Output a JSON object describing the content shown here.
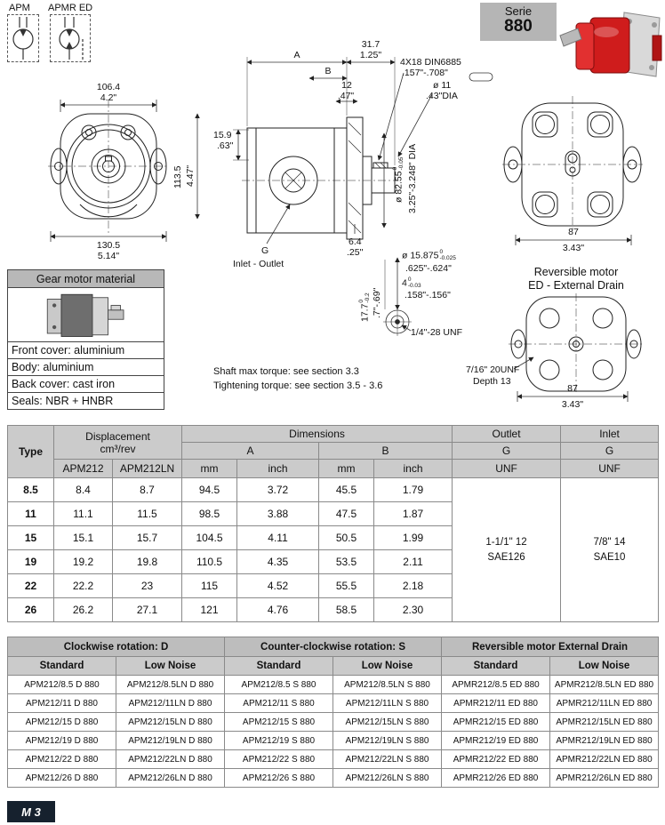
{
  "page": {
    "footer_badge": "M 3"
  },
  "colors": {
    "product_red": "#cf1c1c",
    "table_header_gray": "#cbcbcb",
    "group_header_gray": "#bdbdbd"
  },
  "symbols": {
    "apm_label": "APM",
    "apmr_label": "APMR ED"
  },
  "serie": {
    "label": "Serie",
    "number": "880"
  },
  "front_view": {
    "width_mm": "106.4",
    "width_in": "4.2\"",
    "height_mm": "113.5",
    "height_in": "4.47\"",
    "base_mm": "130.5",
    "base_in": "5.14\""
  },
  "side_view": {
    "dim_a": "A",
    "dim_b": "B",
    "top_mm": "31.7",
    "top_in": "1.25\"",
    "b2_mm": "12",
    "b2_in": ".47\"",
    "left_mm": "15.9",
    "left_in": ".63\"",
    "bottom_mm": "6.4",
    "bottom_in": ".25\"",
    "key_spec": "4X18 DIN6885",
    "key_in": ".157\"-.708\"",
    "shaft_dia": "ø 11",
    "shaft_dia_in": ".43\"DIA",
    "pilot_dia": "ø 82.55",
    "pilot_tol_top": "0",
    "pilot_tol_bot": "-0.05",
    "pilot_in": "3.25\"-3.248\" DIA",
    "g_label": "G",
    "inlet_outlet": "Inlet - Outlet"
  },
  "rear_view": {
    "width_mm": "87",
    "width_in": "3.43\""
  },
  "shaft_detail": {
    "dia": "ø 15.875",
    "dia_tol_top": "0",
    "dia_tol_bot": "-0.025",
    "dia_in": ".625\"-.624\"",
    "key_mm": "4",
    "key_tol_top": "0",
    "key_tol_bot": "-0.03",
    "key_in": ".158\"-.156\"",
    "len_mm": "17.7",
    "len_tol_top": "0",
    "len_tol_bot": "-0.2",
    "len_in": ".7\"-.69\"",
    "thread": "1/4\"-28 UNF"
  },
  "reversible": {
    "title_line1": "Reversible motor",
    "title_line2": "ED - External Drain",
    "drain_thread": "7/16\" 20UNF",
    "drain_depth": "Depth 13",
    "width_mm": "87",
    "width_in": "3.43\""
  },
  "material_box": {
    "title": "Gear motor material",
    "lines": [
      "Front cover: aluminium",
      "Body: aluminium",
      "Back cover: cast iron",
      "Seals: NBR + HNBR"
    ]
  },
  "notes": {
    "line1": "Shaft max torque: see section 3.3",
    "line2": "Tightening torque: see section 3.5 - 3.6"
  },
  "dim_table": {
    "h_type": "Type",
    "h_displacement_1": "Displacement",
    "h_displacement_2": "cm³/rev",
    "h_dimensions": "Dimensions",
    "h_outlet": "Outlet",
    "h_inlet": "Inlet",
    "h_a": "A",
    "h_b": "B",
    "h_g1": "G",
    "h_g2": "G",
    "h_apm212": "APM212",
    "h_apm212ln": "APM212LN",
    "h_mm1": "mm",
    "h_inch1": "inch",
    "h_mm2": "mm",
    "h_inch2": "inch",
    "h_unf1": "UNF",
    "h_unf2": "UNF",
    "outlet_line1": "1-1/1\" 12",
    "outlet_line2": "SAE126",
    "inlet_line1": "7/8\" 14",
    "inlet_line2": "SAE10",
    "rows": [
      {
        "type": "8.5",
        "apm212": "8.4",
        "apm212ln": "8.7",
        "a_mm": "94.5",
        "a_in": "3.72",
        "b_mm": "45.5",
        "b_in": "1.79"
      },
      {
        "type": "11",
        "apm212": "11.1",
        "apm212ln": "11.5",
        "a_mm": "98.5",
        "a_in": "3.88",
        "b_mm": "47.5",
        "b_in": "1.87"
      },
      {
        "type": "15",
        "apm212": "15.1",
        "apm212ln": "15.7",
        "a_mm": "104.5",
        "a_in": "4.11",
        "b_mm": "50.5",
        "b_in": "1.99"
      },
      {
        "type": "19",
        "apm212": "19.2",
        "apm212ln": "19.8",
        "a_mm": "110.5",
        "a_in": "4.35",
        "b_mm": "53.5",
        "b_in": "2.11"
      },
      {
        "type": "22",
        "apm212": "22.2",
        "apm212ln": "23",
        "a_mm": "115",
        "a_in": "4.52",
        "b_mm": "55.5",
        "b_in": "2.18"
      },
      {
        "type": "26",
        "apm212": "26.2",
        "apm212ln": "27.1",
        "a_mm": "121",
        "a_in": "4.76",
        "b_mm": "58.5",
        "b_in": "2.30"
      }
    ]
  },
  "order_table": {
    "group1": "Clockwise rotation: D",
    "group2": "Counter-clockwise rotation: S",
    "group3": "Reversible motor External Drain",
    "sub_standard": "Standard",
    "sub_low_noise": "Low Noise",
    "rows": [
      [
        "APM212/8.5 D 880",
        "APM212/8.5LN D 880",
        "APM212/8.5 S 880",
        "APM212/8.5LN S 880",
        "APMR212/8.5 ED 880",
        "APMR212/8.5LN ED 880"
      ],
      [
        "APM212/11 D 880",
        "APM212/11LN D 880",
        "APM212/11 S 880",
        "APM212/11LN S 880",
        "APMR212/11 ED 880",
        "APMR212/11LN ED 880"
      ],
      [
        "APM212/15 D 880",
        "APM212/15LN D 880",
        "APM212/15 S 880",
        "APM212/15LN S 880",
        "APMR212/15 ED 880",
        "APMR212/15LN ED 880"
      ],
      [
        "APM212/19 D 880",
        "APM212/19LN D 880",
        "APM212/19 S 880",
        "APM212/19LN S 880",
        "APMR212/19 ED 880",
        "APMR212/19LN ED 880"
      ],
      [
        "APM212/22 D 880",
        "APM212/22LN D 880",
        "APM212/22 S 880",
        "APM212/22LN S 880",
        "APMR212/22 ED 880",
        "APMR212/22LN ED 880"
      ],
      [
        "APM212/26 D 880",
        "APM212/26LN D 880",
        "APM212/26 S 880",
        "APM212/26LN S 880",
        "APMR212/26 ED 880",
        "APMR212/26LN ED 880"
      ]
    ]
  }
}
